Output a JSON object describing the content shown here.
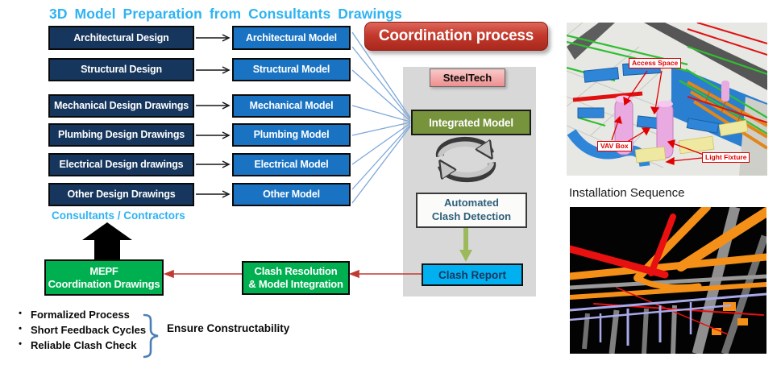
{
  "title": "3D Model Preparation from  Consultants Drawings",
  "flow": {
    "rows": [
      {
        "design": "Architectural Design",
        "model": "Architectural Model"
      },
      {
        "design": "Structural Design",
        "model": "Structural Model"
      },
      {
        "design": "Mechanical Design Drawings",
        "model": "Mechanical Model"
      },
      {
        "design": "Plumbing Design Drawings",
        "model": "Plumbing Model"
      },
      {
        "design": "Electrical Design drawings",
        "model": "Electrical Model"
      },
      {
        "design": "Other Design Drawings",
        "model": "Other Model"
      }
    ],
    "consultants_label": "Consultants / Contractors"
  },
  "coordination": {
    "banner": "Coordination process",
    "steeltech": "SteelTech",
    "integrated_model": "Integrated Model",
    "automated_line1": "Automated",
    "automated_line2": "Clash Detection",
    "clash_report": "Clash Report"
  },
  "feedback": {
    "mepf_line1": "MEPF",
    "mepf_line2": "Coordination Drawings",
    "resolution_line1": "Clash Resolution",
    "resolution_line2": "& Model Integration"
  },
  "bullets": {
    "items": [
      "Formalized Process",
      "Short Feedback Cycles",
      "Reliable Clash Check"
    ],
    "conclusion": "Ensure Constructability"
  },
  "right": {
    "installation_label": "Installation Sequence",
    "callouts": {
      "access": "Access Space",
      "vav": "VAV Box",
      "light": "Light Fixture"
    }
  },
  "colors": {
    "title_cyan": "#2fb3f2",
    "navy_box": "#16365d",
    "model_blue": "#1a73c2",
    "banner_red": "#c43a2d",
    "panel_gray": "#d8d8d8",
    "steeltech_pink": "#f0a7a7",
    "integrated_olive": "#77933c",
    "clash_report_cyan": "#00b0f0",
    "flow_green": "#00b050",
    "feedback_arrow_red": "#bf3a32",
    "connector_blue": "#7da7d8",
    "detection_arrow_green": "#9cba5c"
  }
}
